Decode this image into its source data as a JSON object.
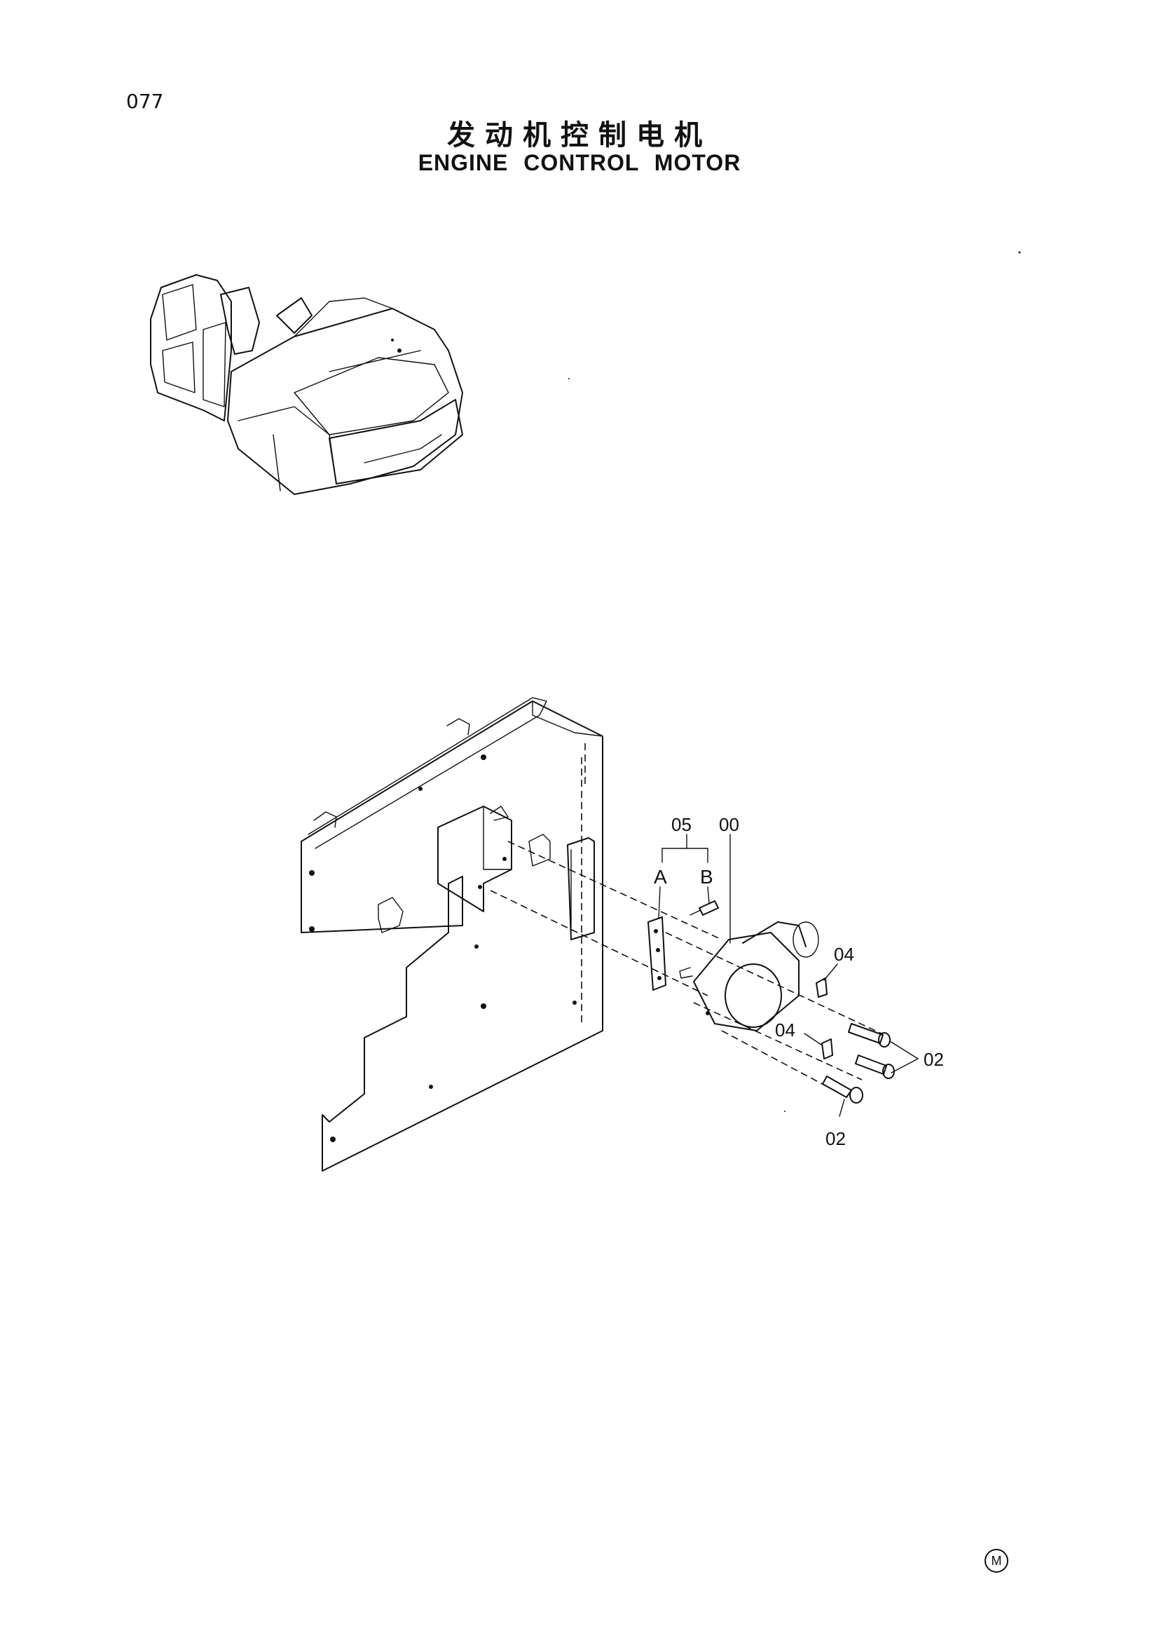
{
  "page": {
    "number": "077",
    "title_cn": "发动机控制电机",
    "title_en": "ENGINE CONTROL MOTOR",
    "mark": "M"
  },
  "callouts": {
    "assembly": "00",
    "bolt_right": "02",
    "bolt_bottom": "02",
    "washer_upper": "04",
    "washer_lower": "04",
    "linkage": "05",
    "linkage_part_a": "A",
    "linkage_part_b": "B"
  }
}
